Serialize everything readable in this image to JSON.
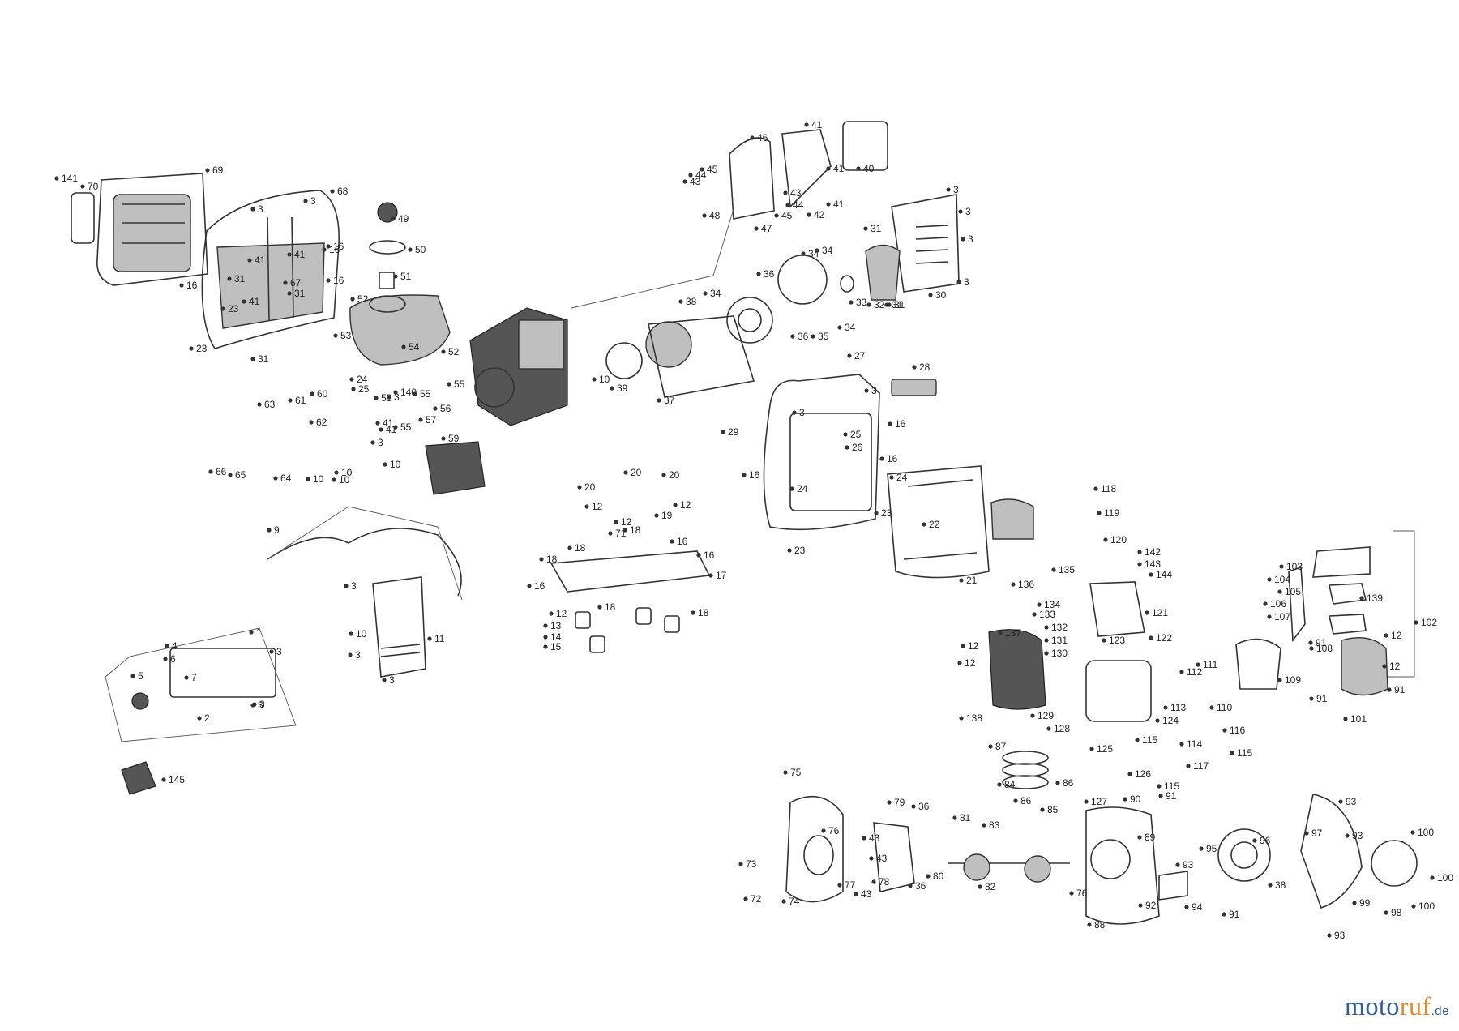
{
  "diagram": {
    "labels": [
      {
        "id": "l1",
        "text": "141"
      },
      {
        "id": "l2",
        "text": "70"
      },
      {
        "id": "l3",
        "text": "69"
      },
      {
        "id": "l4",
        "text": "68"
      },
      {
        "id": "l5",
        "text": "3"
      },
      {
        "id": "l6",
        "text": "3"
      },
      {
        "id": "l7",
        "text": "16"
      },
      {
        "id": "l8",
        "text": "41"
      },
      {
        "id": "l9",
        "text": "31"
      },
      {
        "id": "l10",
        "text": "16"
      },
      {
        "id": "l11",
        "text": "41"
      },
      {
        "id": "l12",
        "text": "23"
      },
      {
        "id": "l13",
        "text": "23"
      },
      {
        "id": "l14",
        "text": "31"
      },
      {
        "id": "l15",
        "text": "67"
      },
      {
        "id": "l16",
        "text": "31"
      },
      {
        "id": "l17",
        "text": "16"
      },
      {
        "id": "l18",
        "text": "16"
      },
      {
        "id": "l19",
        "text": "41"
      },
      {
        "id": "l20",
        "text": "49"
      },
      {
        "id": "l21",
        "text": "50"
      },
      {
        "id": "l22",
        "text": "51"
      },
      {
        "id": "l23",
        "text": "52"
      },
      {
        "id": "l24",
        "text": "53"
      },
      {
        "id": "l25",
        "text": "52"
      },
      {
        "id": "l26",
        "text": "54"
      },
      {
        "id": "l27",
        "text": "24"
      },
      {
        "id": "l28",
        "text": "25"
      },
      {
        "id": "l29",
        "text": "61"
      },
      {
        "id": "l30",
        "text": "60"
      },
      {
        "id": "l31",
        "text": "63"
      },
      {
        "id": "l32",
        "text": "62"
      },
      {
        "id": "l33",
        "text": "58"
      },
      {
        "id": "l34",
        "text": "3"
      },
      {
        "id": "l35",
        "text": "41"
      },
      {
        "id": "l36",
        "text": "140"
      },
      {
        "id": "l37",
        "text": "55"
      },
      {
        "id": "l38",
        "text": "55"
      },
      {
        "id": "l39",
        "text": "57"
      },
      {
        "id": "l40",
        "text": "56"
      },
      {
        "id": "l41",
        "text": "55"
      },
      {
        "id": "l42",
        "text": "41"
      },
      {
        "id": "l43",
        "text": "10"
      },
      {
        "id": "l44",
        "text": "3"
      },
      {
        "id": "l45",
        "text": "10"
      },
      {
        "id": "l46",
        "text": "10"
      },
      {
        "id": "l47",
        "text": "10"
      },
      {
        "id": "l48",
        "text": "66"
      },
      {
        "id": "l49",
        "text": "65"
      },
      {
        "id": "l50",
        "text": "64"
      },
      {
        "id": "l51",
        "text": "59"
      },
      {
        "id": "l52",
        "text": "9"
      },
      {
        "id": "l53",
        "text": "3"
      },
      {
        "id": "l54",
        "text": "10"
      },
      {
        "id": "l55",
        "text": "3"
      },
      {
        "id": "l56",
        "text": "11"
      },
      {
        "id": "l57",
        "text": "3"
      },
      {
        "id": "l58",
        "text": "1"
      },
      {
        "id": "l59",
        "text": "4"
      },
      {
        "id": "l60",
        "text": "6"
      },
      {
        "id": "l61",
        "text": "7"
      },
      {
        "id": "l62",
        "text": "5"
      },
      {
        "id": "l63",
        "text": "3"
      },
      {
        "id": "l64",
        "text": "3"
      },
      {
        "id": "l65",
        "text": "2"
      },
      {
        "id": "l66",
        "text": "3"
      },
      {
        "id": "l67",
        "text": "145"
      },
      {
        "id": "l68",
        "text": "46"
      },
      {
        "id": "l69",
        "text": "41"
      },
      {
        "id": "l70",
        "text": "45"
      },
      {
        "id": "l71",
        "text": "44"
      },
      {
        "id": "l72",
        "text": "43"
      },
      {
        "id": "l73",
        "text": "48"
      },
      {
        "id": "l74",
        "text": "47"
      },
      {
        "id": "l75",
        "text": "43"
      },
      {
        "id": "l76",
        "text": "44"
      },
      {
        "id": "l77",
        "text": "45"
      },
      {
        "id": "l78",
        "text": "42"
      },
      {
        "id": "l79",
        "text": "41"
      },
      {
        "id": "l80",
        "text": "41"
      },
      {
        "id": "l81",
        "text": "40"
      },
      {
        "id": "l82",
        "text": "3"
      },
      {
        "id": "l83",
        "text": "3"
      },
      {
        "id": "l84",
        "text": "31"
      },
      {
        "id": "l85",
        "text": "3"
      },
      {
        "id": "l86",
        "text": "3"
      },
      {
        "id": "l87",
        "text": "31"
      },
      {
        "id": "l88",
        "text": "32"
      },
      {
        "id": "l89",
        "text": "31"
      },
      {
        "id": "l90",
        "text": "30"
      },
      {
        "id": "l91",
        "text": "34"
      },
      {
        "id": "l92",
        "text": "34"
      },
      {
        "id": "l93",
        "text": "36"
      },
      {
        "id": "l94",
        "text": "38"
      },
      {
        "id": "l95",
        "text": "34"
      },
      {
        "id": "l96",
        "text": "33"
      },
      {
        "id": "l97",
        "text": "34"
      },
      {
        "id": "l98",
        "text": "36"
      },
      {
        "id": "l99",
        "text": "35"
      },
      {
        "id": "l100",
        "text": "10"
      },
      {
        "id": "l101",
        "text": "39"
      },
      {
        "id": "l102",
        "text": "37"
      },
      {
        "id": "l103",
        "text": "27"
      },
      {
        "id": "l104",
        "text": "3"
      },
      {
        "id": "l105",
        "text": "28"
      },
      {
        "id": "l106",
        "text": "3"
      },
      {
        "id": "l107",
        "text": "29"
      },
      {
        "id": "l108",
        "text": "16"
      },
      {
        "id": "l109",
        "text": "25"
      },
      {
        "id": "l110",
        "text": "26"
      },
      {
        "id": "l111",
        "text": "16"
      },
      {
        "id": "l112",
        "text": "24"
      },
      {
        "id": "l113",
        "text": "16"
      },
      {
        "id": "l114",
        "text": "24"
      },
      {
        "id": "l115",
        "text": "23"
      },
      {
        "id": "l116",
        "text": "22"
      },
      {
        "id": "l117",
        "text": "23"
      },
      {
        "id": "l118",
        "text": "21"
      },
      {
        "id": "l119",
        "text": "20"
      },
      {
        "id": "l120",
        "text": "20"
      },
      {
        "id": "l121",
        "text": "20"
      },
      {
        "id": "l122",
        "text": "12"
      },
      {
        "id": "l123",
        "text": "12"
      },
      {
        "id": "l124",
        "text": "12"
      },
      {
        "id": "l125",
        "text": "19"
      },
      {
        "id": "l126",
        "text": "71"
      },
      {
        "id": "l127",
        "text": "18"
      },
      {
        "id": "l128",
        "text": "16"
      },
      {
        "id": "l129",
        "text": "18"
      },
      {
        "id": "l130",
        "text": "16"
      },
      {
        "id": "l131",
        "text": "18"
      },
      {
        "id": "l132",
        "text": "16"
      },
      {
        "id": "l133",
        "text": "17"
      },
      {
        "id": "l134",
        "text": "18"
      },
      {
        "id": "l135",
        "text": "18"
      },
      {
        "id": "l136",
        "text": "12"
      },
      {
        "id": "l137",
        "text": "13"
      },
      {
        "id": "l138",
        "text": "14"
      },
      {
        "id": "l139",
        "text": "15"
      },
      {
        "id": "l140",
        "text": "118"
      },
      {
        "id": "l141",
        "text": "119"
      },
      {
        "id": "l142",
        "text": "120"
      },
      {
        "id": "l143",
        "text": "142"
      },
      {
        "id": "l144",
        "text": "143"
      },
      {
        "id": "l145",
        "text": "144"
      },
      {
        "id": "l146",
        "text": "135"
      },
      {
        "id": "l147",
        "text": "136"
      },
      {
        "id": "l148",
        "text": "134"
      },
      {
        "id": "l149",
        "text": "121"
      },
      {
        "id": "l150",
        "text": "133"
      },
      {
        "id": "l151",
        "text": "132"
      },
      {
        "id": "l152",
        "text": "131"
      },
      {
        "id": "l153",
        "text": "130"
      },
      {
        "id": "l154",
        "text": "123"
      },
      {
        "id": "l155",
        "text": "122"
      },
      {
        "id": "l156",
        "text": "137"
      },
      {
        "id": "l157",
        "text": "12"
      },
      {
        "id": "l158",
        "text": "12"
      },
      {
        "id": "l159",
        "text": "129"
      },
      {
        "id": "l160",
        "text": "128"
      },
      {
        "id": "l161",
        "text": "112"
      },
      {
        "id": "l162",
        "text": "111"
      },
      {
        "id": "l163",
        "text": "110"
      },
      {
        "id": "l164",
        "text": "113"
      },
      {
        "id": "l165",
        "text": "124"
      },
      {
        "id": "l166",
        "text": "138"
      },
      {
        "id": "l167",
        "text": "116"
      },
      {
        "id": "l168",
        "text": "115"
      },
      {
        "id": "l169",
        "text": "114"
      },
      {
        "id": "l170",
        "text": "115"
      },
      {
        "id": "l171",
        "text": "125"
      },
      {
        "id": "l172",
        "text": "87"
      },
      {
        "id": "l173",
        "text": "117"
      },
      {
        "id": "l174",
        "text": "126"
      },
      {
        "id": "l175",
        "text": "115"
      },
      {
        "id": "l176",
        "text": "91"
      },
      {
        "id": "l177",
        "text": "127"
      },
      {
        "id": "l178",
        "text": "90"
      },
      {
        "id": "l179",
        "text": "84"
      },
      {
        "id": "l180",
        "text": "86"
      },
      {
        "id": "l181",
        "text": "86"
      },
      {
        "id": "l182",
        "text": "85"
      },
      {
        "id": "l183",
        "text": "103"
      },
      {
        "id": "l184",
        "text": "104"
      },
      {
        "id": "l185",
        "text": "105"
      },
      {
        "id": "l186",
        "text": "106"
      },
      {
        "id": "l187",
        "text": "107"
      },
      {
        "id": "l188",
        "text": "139"
      },
      {
        "id": "l189",
        "text": "102"
      },
      {
        "id": "l190",
        "text": "12"
      },
      {
        "id": "l191",
        "text": "108"
      },
      {
        "id": "l192",
        "text": "91"
      },
      {
        "id": "l193",
        "text": "12"
      },
      {
        "id": "l194",
        "text": "109"
      },
      {
        "id": "l195",
        "text": "91"
      },
      {
        "id": "l196",
        "text": "91"
      },
      {
        "id": "l197",
        "text": "101"
      },
      {
        "id": "l198",
        "text": "75"
      },
      {
        "id": "l199",
        "text": "79"
      },
      {
        "id": "l200",
        "text": "36"
      },
      {
        "id": "l201",
        "text": "81"
      },
      {
        "id": "l202",
        "text": "83"
      },
      {
        "id": "l203",
        "text": "76"
      },
      {
        "id": "l204",
        "text": "43"
      },
      {
        "id": "l205",
        "text": "43"
      },
      {
        "id": "l206",
        "text": "73"
      },
      {
        "id": "l207",
        "text": "77"
      },
      {
        "id": "l208",
        "text": "78"
      },
      {
        "id": "l209",
        "text": "80"
      },
      {
        "id": "l210",
        "text": "82"
      },
      {
        "id": "l211",
        "text": "72"
      },
      {
        "id": "l212",
        "text": "74"
      },
      {
        "id": "l213",
        "text": "43"
      },
      {
        "id": "l214",
        "text": "36"
      },
      {
        "id": "l215",
        "text": "89"
      },
      {
        "id": "l216",
        "text": "93"
      },
      {
        "id": "l217",
        "text": "76"
      },
      {
        "id": "l218",
        "text": "92"
      },
      {
        "id": "l219",
        "text": "88"
      },
      {
        "id": "l220",
        "text": "95"
      },
      {
        "id": "l221",
        "text": "96"
      },
      {
        "id": "l222",
        "text": "94"
      },
      {
        "id": "l223",
        "text": "91"
      },
      {
        "id": "l224",
        "text": "38"
      },
      {
        "id": "l225",
        "text": "93"
      },
      {
        "id": "l226",
        "text": "97"
      },
      {
        "id": "l227",
        "text": "93"
      },
      {
        "id": "l228",
        "text": "100"
      },
      {
        "id": "l229",
        "text": "100"
      },
      {
        "id": "l230",
        "text": "99"
      },
      {
        "id": "l231",
        "text": "98"
      },
      {
        "id": "l232",
        "text": "100"
      },
      {
        "id": "l233",
        "text": "93"
      }
    ]
  },
  "watermark": {
    "part1": "moto",
    "part2": "ruf",
    "part3": ".de"
  }
}
